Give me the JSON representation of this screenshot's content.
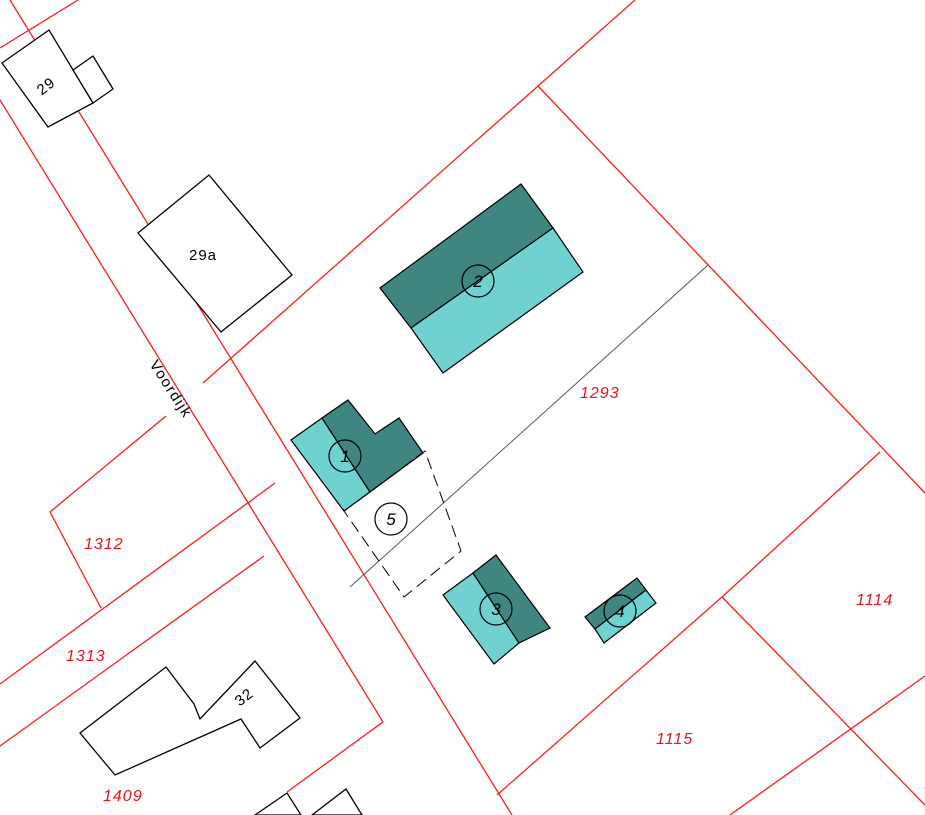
{
  "street": {
    "name": "Voordijk"
  },
  "house_numbers": {
    "h29": "29",
    "h29a": "29a",
    "h32": "32"
  },
  "parcels": {
    "p1293": "1293",
    "p1312": "1312",
    "p1313": "1313",
    "p1409": "1409",
    "p1114": "1114",
    "p1115": "1115"
  },
  "objects": {
    "o1": "1",
    "o2": "2",
    "o3": "3",
    "o4": "4",
    "o5": "5"
  },
  "colors": {
    "parcel_line": "#ff1a1a",
    "parcel_label": "#e8141a",
    "building_light": "#6fd2d1",
    "building_dark": "#3f8682",
    "outline": "#000000"
  }
}
